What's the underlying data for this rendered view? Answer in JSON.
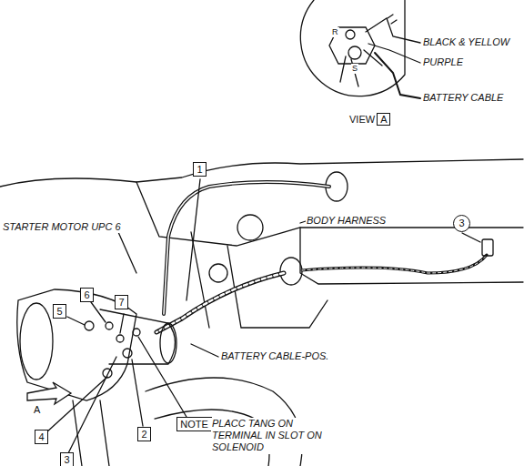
{
  "diagram": {
    "nodes": [
      {
        "text": [
          "1"
        ]
      },
      {
        "text": [
          "2"
        ]
      },
      {
        "text": [
          "3"
        ]
      },
      {
        "text": [
          "4"
        ]
      },
      {
        "text": [
          "5"
        ]
      },
      {
        "text": [
          "6"
        ]
      },
      {
        "text": [
          "7"
        ]
      },
      {
        "text": [
          "3"
        ]
      },
      {
        "text": [
          "VIEW",
          "A"
        ]
      },
      {
        "text": [
          "NOTE"
        ]
      }
    ],
    "labels": [
      "BLACK & YELLOW",
      "PURPLE",
      "BATTERY CABLE",
      "R",
      "S",
      "STARTER MOTOR UPC 6",
      "BODY HARNESS",
      "BATTERY CABLE-POS.",
      "PLACC TANG ON TERMINAL IN SLOT ON SOLENOID",
      "A"
    ]
  }
}
